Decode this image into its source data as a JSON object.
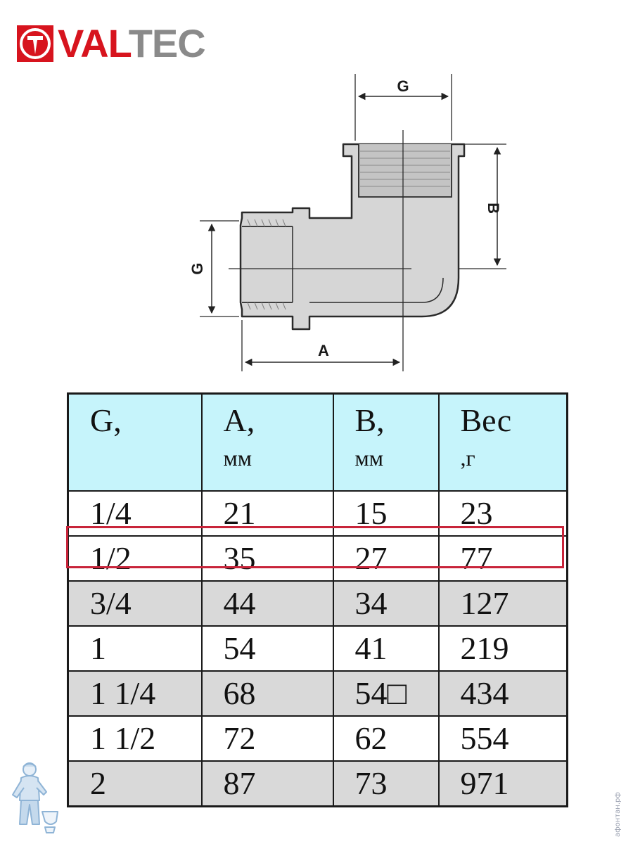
{
  "brand": {
    "name_red": "VAL",
    "name_grey": "TEC"
  },
  "drawing": {
    "label_g_top": "G",
    "label_b": "B",
    "label_g_left": "G",
    "label_a": "A"
  },
  "table": {
    "headers": [
      {
        "symbol": "G,",
        "unit": ""
      },
      {
        "symbol": "A,",
        "unit": "мм"
      },
      {
        "symbol": "B,",
        "unit": "мм"
      },
      {
        "symbol": "Вес",
        "unit": ",г"
      }
    ],
    "rows": [
      [
        "1/4",
        "21",
        "15",
        "23"
      ],
      [
        "1/2",
        "35",
        "27",
        "77"
      ],
      [
        "3/4",
        "44",
        "34",
        "127"
      ],
      [
        "1",
        "54",
        "41",
        "219"
      ],
      [
        "1 1/4",
        "68",
        "54□",
        "434"
      ],
      [
        "1 1/2",
        "72",
        "62",
        "554"
      ],
      [
        "2",
        "87",
        "73",
        "971"
      ]
    ],
    "highlighted_row": "1/2"
  },
  "watermark": "афонтан.рф",
  "colors": {
    "brand_red": "#d7141e",
    "brand_grey": "#8a8a8a",
    "header_bg": "#c6f4fb",
    "shaded_row_bg": "#d9d9d9",
    "highlight_border": "#c8243a"
  }
}
